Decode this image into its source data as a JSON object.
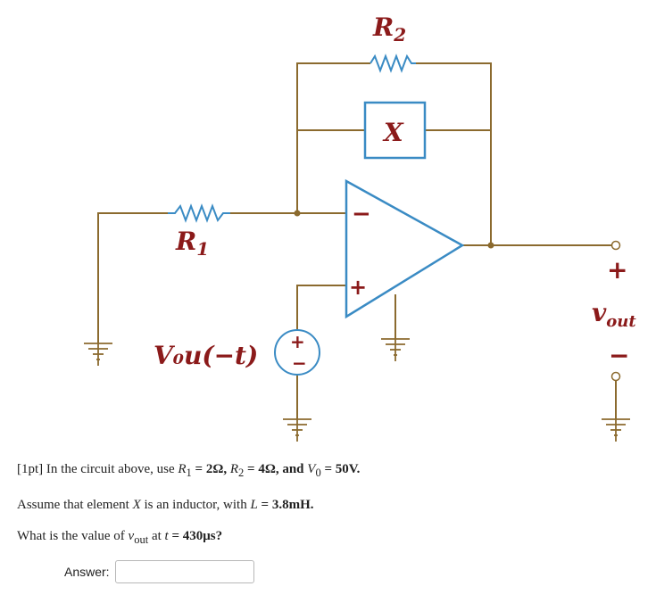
{
  "circuit": {
    "r2_label": "R",
    "r2_sub": "2",
    "r1_label": "R",
    "r1_sub": "1",
    "x_label": "X",
    "minus_sign": "−",
    "plus_sign": "+",
    "source_label": "V₀u(−t)",
    "source_plus": "+",
    "source_minus": "−",
    "vout_label": "v",
    "vout_sub": "out",
    "out_plus": "+",
    "out_minus": "−",
    "colors": {
      "wire": "#8b6a2e",
      "resistor": "#3a8bc4",
      "box": "#3a8bc4",
      "label": "#8b1a1a",
      "sign": "#8b1a1a",
      "opamp_fill": "#ffffff",
      "opamp_stroke": "#3a8bc4"
    }
  },
  "question": {
    "line1_prefix": "[1pt] In the circuit above, use ",
    "r1": "R",
    "r1_sub": "1",
    "r1_val": " = 2Ω, ",
    "r2": "R",
    "r2_sub": "2",
    "r2_val": " = 4Ω, and ",
    "v0": "V",
    "v0_sub": "0",
    "v0_val": " = 50V.",
    "line2_prefix": "Assume that element ",
    "line2_x": "X",
    "line2_mid": " is an inductor, with ",
    "line2_L": "L",
    "line2_val": " = 3.8mH.",
    "line3_prefix": "What is the value of ",
    "line3_v": "v",
    "line3_sub": "out",
    "line3_mid": " at ",
    "line3_t": "t",
    "line3_val": " = 430μs?"
  },
  "answer": {
    "label": "Answer:",
    "value": "",
    "placeholder": ""
  }
}
